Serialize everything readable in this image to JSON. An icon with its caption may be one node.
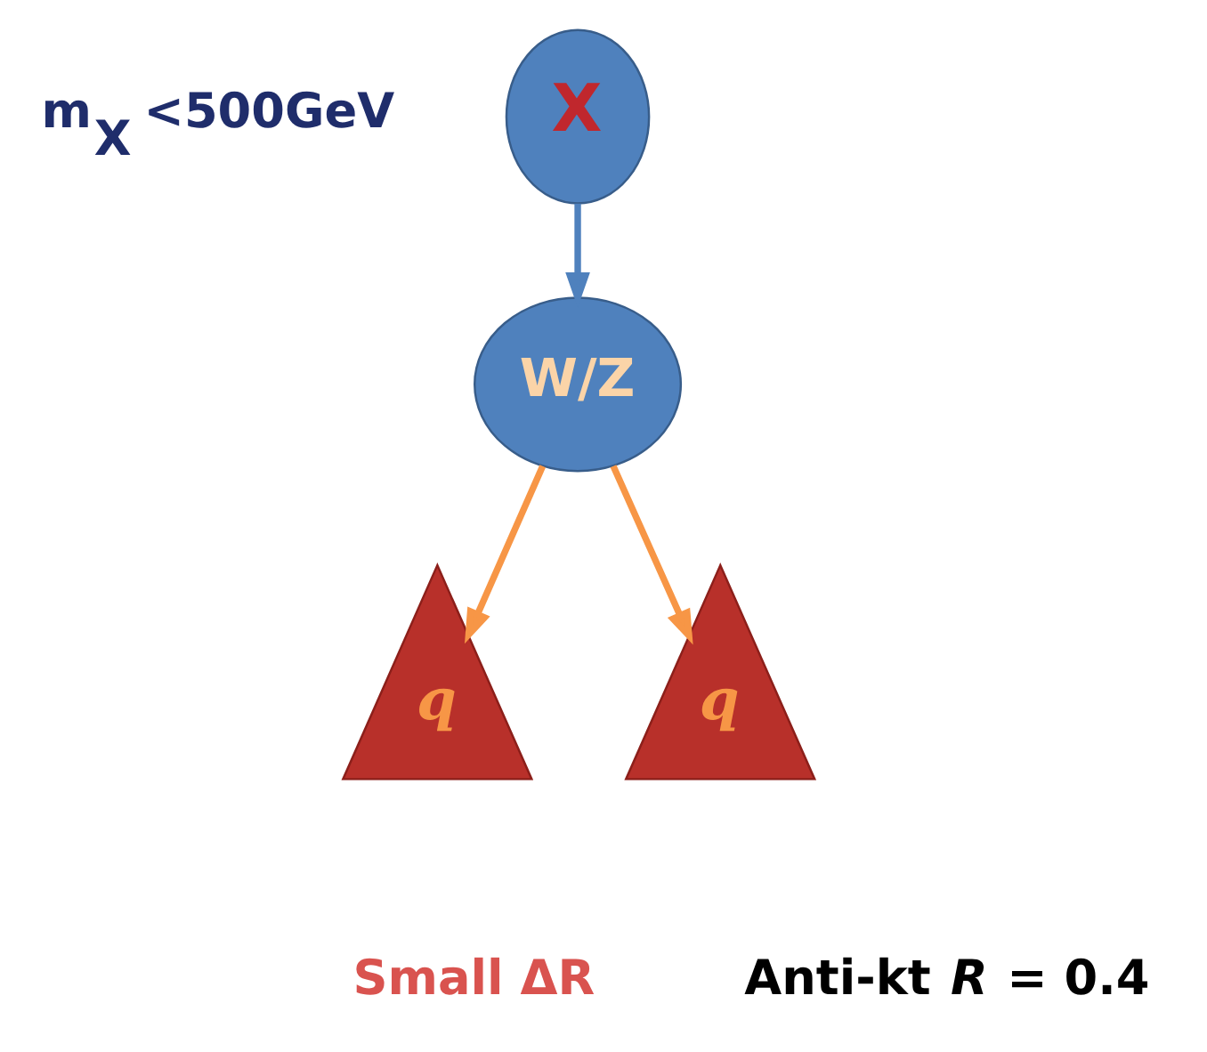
{
  "diagram": {
    "nodes": [
      {
        "text": [
          "X"
        ],
        "beside": [
          "m$_{X}$ <500GeV"
        ]
      },
      {
        "text": [
          "W/Z"
        ]
      },
      {
        "text": [
          "*q*"
        ]
      },
      {
        "text": [
          "*q*"
        ]
      }
    ],
    "edges": [
      {
        "from": 0,
        "to": 1,
        "arrow": "to",
        "color": "#4f81bd"
      },
      {
        "from": 1,
        "to": 2,
        "arrow": "to",
        "color": "#f79646"
      },
      {
        "from": 1,
        "to": 3,
        "arrow": "to",
        "color": "#f79646"
      }
    ],
    "labels": [
      "Small ΔR",
      "Anti-kt *R* = 0.4"
    ]
  }
}
